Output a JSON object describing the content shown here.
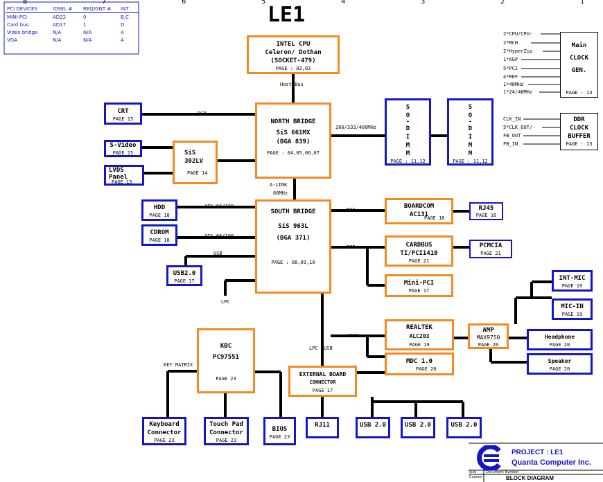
{
  "title": "LE1",
  "column_numbers": [
    "8",
    "7",
    "6",
    "5",
    "4",
    "3",
    "2",
    "1"
  ],
  "pci_table": {
    "headers": [
      "PCI DEVICES",
      "IDSEL #",
      "REQ/GNT #",
      "INT"
    ],
    "rows": [
      [
        "MINI-PCI",
        "AD22",
        "0",
        "B,C"
      ],
      [
        "Card bus",
        "AD17",
        "1",
        "D"
      ],
      [
        "Video bridge",
        "N/A",
        "N/A",
        "A"
      ],
      [
        "VGA",
        "N/A",
        "N/A",
        "A"
      ]
    ]
  },
  "blocks": {
    "cpu": {
      "lines": [
        "INTEL CPU",
        "Celeron/ Dothan",
        "(SOCKET-479)"
      ],
      "page": "PAGE : 02,03"
    },
    "north": {
      "lines": [
        "NORTH BRIDGE",
        "SiS 661MX",
        "(BGA 839)"
      ],
      "page": "PAGE : 04,05,06,07"
    },
    "south": {
      "lines": [
        "SOUTH BRIDGE",
        "SiS 963L",
        "(BGA 371)"
      ],
      "page": "PAGE : 08,09,10"
    },
    "sis302": {
      "lines": [
        "SiS",
        "302LV"
      ],
      "page": "PAGE 14"
    },
    "crt": {
      "label": "CRT",
      "page": "PAGE 15"
    },
    "svideo": {
      "label": "S-Video",
      "page": "PAGE 15"
    },
    "lvds": {
      "label": "LVDS",
      "label2": "Panel",
      "page": "PAGE 15"
    },
    "sodimm1": {
      "letters": [
        "S",
        "O",
        "-",
        "D",
        "I",
        "M",
        "M"
      ],
      "page": "PAGE : 11,12"
    },
    "sodimm2": {
      "letters": [
        "S",
        "O",
        "-",
        "D",
        "I",
        "M",
        "M"
      ],
      "page": "PAGE : 11,12"
    },
    "clockgen": {
      "lines": [
        "Main",
        "CLOCK",
        "GEN."
      ],
      "page": "PAGE : 13",
      "signals": [
        "2*CPU/CPU-",
        "2*MCH",
        "2*HyperZip",
        "1*AGP",
        "5*PCI",
        "4*REF",
        "1*48MHz",
        "1*24/48MHz"
      ]
    },
    "ddrbuf": {
      "lines": [
        "DDR",
        "CLOCK",
        "BUFFER"
      ],
      "page": "PAGE : 13",
      "signals": [
        "CLK_IN",
        "5*CLK_OUT/-",
        "FB_OUT",
        "FB_IN"
      ]
    },
    "hdd": {
      "label": "HDD",
      "page": "PAGE 18"
    },
    "cdrom": {
      "label": "CDROM",
      "page": "PAGE 18"
    },
    "usb20_left": {
      "label": "USB2.0",
      "page": "PAGE 17"
    },
    "boardcom": {
      "lines": [
        "BOARDCOM",
        "AC131"
      ],
      "page": "PAGE 16"
    },
    "rj45": {
      "label": "RJ45",
      "page": "PAGE 16"
    },
    "cardbus": {
      "lines": [
        "CARDBUS",
        "TI/PCI1410"
      ],
      "page": "PAGE 21"
    },
    "pcmcia": {
      "label": "PCMCIA",
      "page": "PAGE 21"
    },
    "minipci": {
      "label": "Mini-PCI",
      "page": "PAGE 17"
    },
    "intmic": {
      "label": "INT-MIC",
      "page": "PAGE 19"
    },
    "micin": {
      "label": "MIC-IN",
      "page": "PAGE 19"
    },
    "realtek": {
      "lines": [
        "REALTEK",
        "ALC203"
      ],
      "page": "PAGE 19"
    },
    "amp": {
      "lines": [
        "AMP",
        "MAX9750"
      ],
      "page": "PAGE 20"
    },
    "headphone": {
      "label": "Headphone",
      "page": "PAGE 20"
    },
    "speaker": {
      "label": "Speaker",
      "page": "PAGE 20"
    },
    "mdc": {
      "label": "MDC 1.0",
      "page": "PAGE 20"
    },
    "kbc": {
      "lines": [
        "KBC",
        "PC97551"
      ],
      "page": "PAGE 23"
    },
    "extboard": {
      "lines": [
        "EXTERNAL BOARD",
        "CONNECTOR"
      ],
      "page": "PAGE 17"
    },
    "keyboard": {
      "lines": [
        "Keyboard",
        "Connector"
      ],
      "page": "PAGE 23"
    },
    "touchpad": {
      "lines": [
        "Touch Pad",
        "Connector"
      ],
      "page": "PAGE 23"
    },
    "bios": {
      "label": "BIOS",
      "page": "PAGE 23"
    },
    "rj11": {
      "label": "RJ11"
    },
    "usb_a": {
      "label": "USB 2.0"
    },
    "usb_b": {
      "label": "USB 2.0"
    },
    "usb_c": {
      "label": "USB 2.0"
    }
  },
  "bus_labels": {
    "host_bus": "Host Bus",
    "rgb": "RGB",
    "mem": "266/333/400MHz",
    "alink": "A-LINK",
    "alink_speed": "66MHz",
    "ata1": "ATA 66/100",
    "ata2": "ATA 66/100",
    "usb": "USB",
    "mii": "MII",
    "pci": "PCI",
    "lpc": "LPC",
    "ac97": "AC97",
    "lpc_usb": "LPC /USB",
    "key_matrix": "KEY MATRIX"
  },
  "title_block": {
    "project": "PROJECT : LE1",
    "company": "Quanta Computer Inc.",
    "size_label": "Size",
    "size_value": "Custom",
    "docnum_label": "Document Number",
    "doc_title": "BLOCK DIAGRAM"
  },
  "colors": {
    "orange": "#f5891f",
    "blue": "#1515c8",
    "wire": "#000000"
  }
}
